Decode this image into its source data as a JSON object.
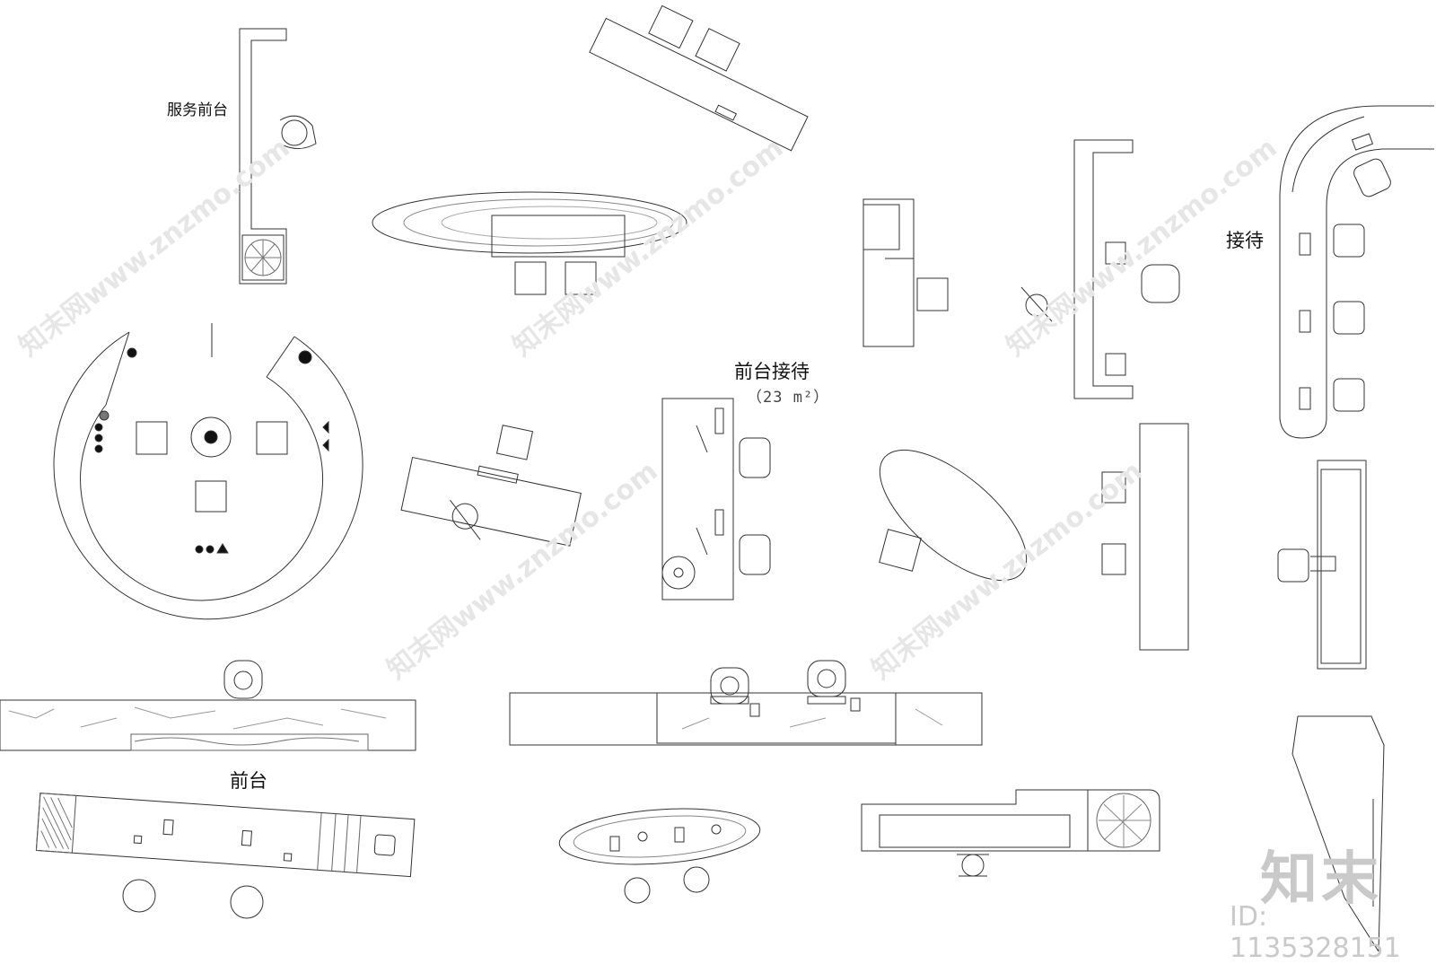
{
  "labels": {
    "service_front_desk": "服务前台",
    "reception": "接待",
    "front_desk_reception": "前台接待",
    "area": "（23 m²）",
    "front_desk": "前台"
  },
  "watermark": {
    "site_text": "知末网www.znzmo.com",
    "logo_text": "知末",
    "id_text": "ID: 1135328151"
  },
  "colors": {
    "line": "#333333",
    "watermark": "#e6e6e6"
  }
}
